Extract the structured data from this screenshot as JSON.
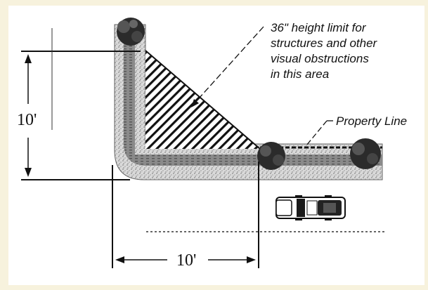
{
  "diagram": {
    "callout_height_limit": {
      "lines": [
        "36\" height limit for",
        "structures and other",
        "visual obstructions",
        "in this area"
      ]
    },
    "callout_property_line": "Property Line",
    "dimension_vertical": "10'",
    "dimension_horizontal": "10'"
  },
  "colors": {
    "background_frame": "#f7f2dd",
    "panel": "#ffffff",
    "sidewalk_speckle": "#c8c8c8",
    "curb_band": "#7a7a7a",
    "ink": "#111111"
  }
}
